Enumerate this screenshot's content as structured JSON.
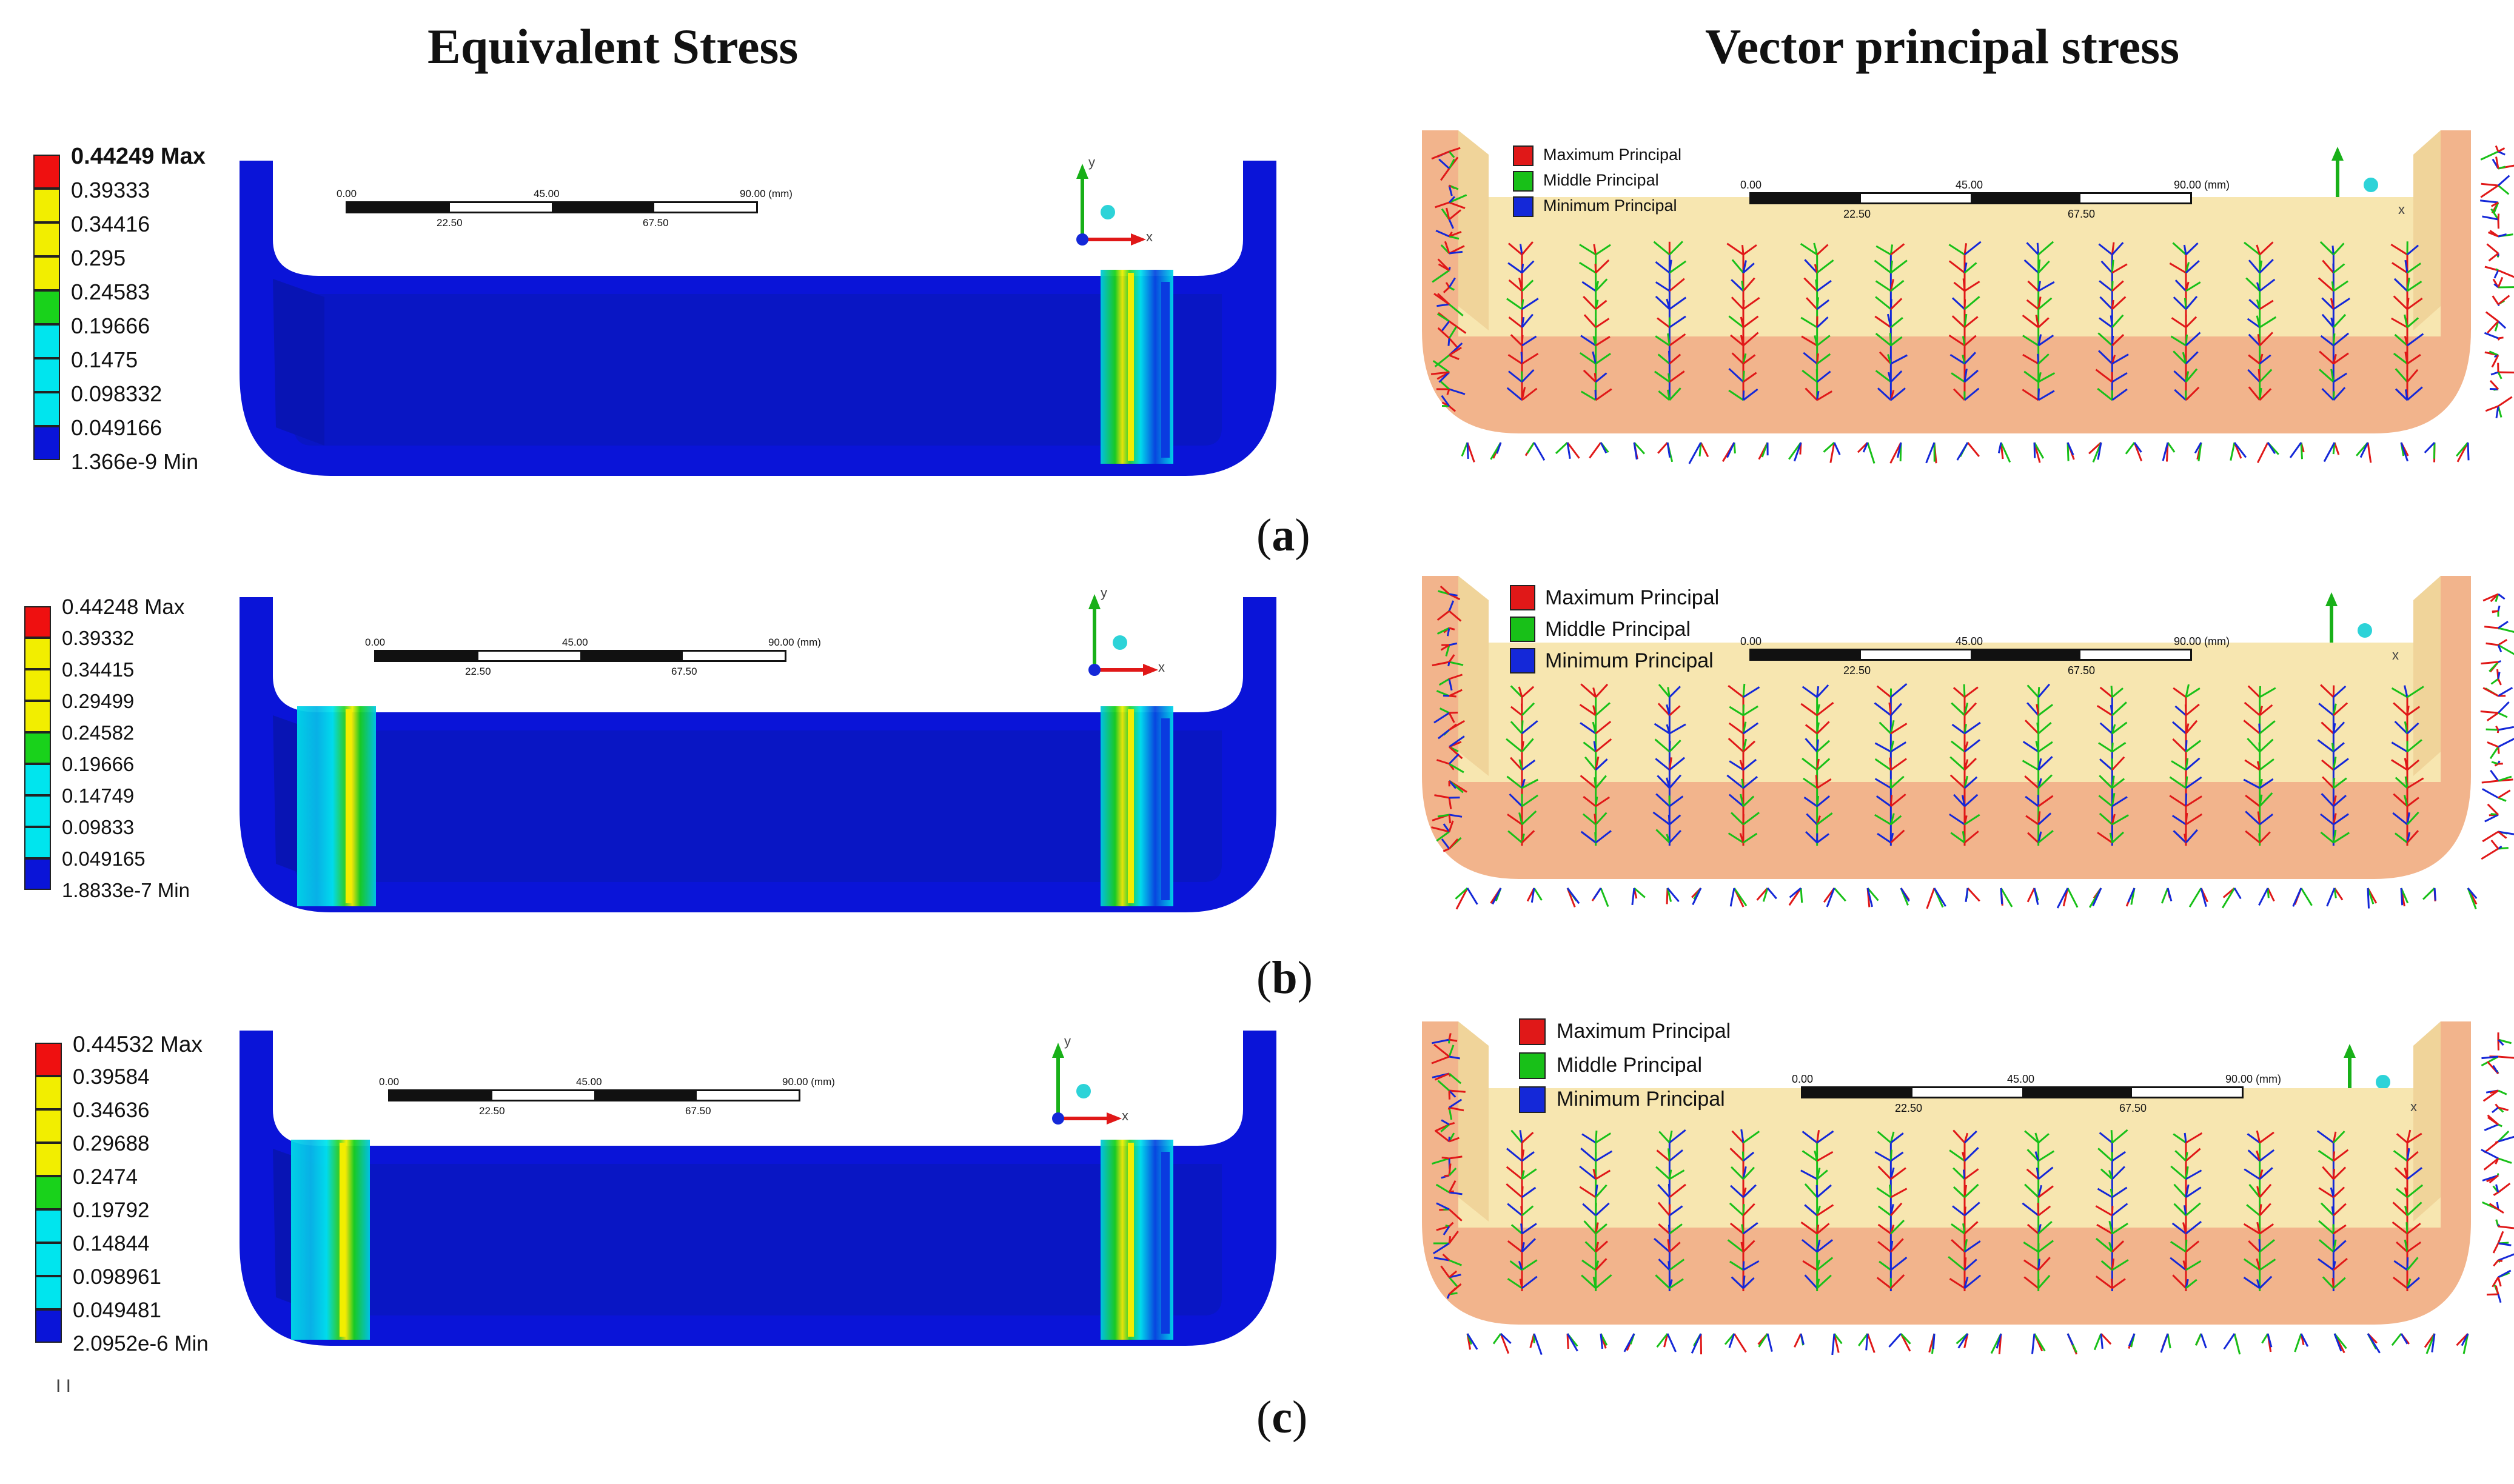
{
  "titles": {
    "left": "Equivalent Stress",
    "right": "Vector principal stress"
  },
  "rows": [
    {
      "label": "a",
      "legend": [
        "0.44249 Max",
        "0.39333",
        "0.34416",
        "0.295",
        "0.24583",
        "0.19666",
        "0.1475",
        "0.098332",
        "0.049166",
        "1.366e-9 Min"
      ],
      "scale": {
        "ticks_top": [
          "0.00",
          "45.00",
          "90.00 (mm)"
        ],
        "ticks_bottom": [
          "22.50",
          "67.50"
        ]
      }
    },
    {
      "label": "b",
      "legend": [
        "0.44248 Max",
        "0.39332",
        "0.34415",
        "0.29499",
        "0.24582",
        "0.19666",
        "0.14749",
        "0.09833",
        "0.049165",
        "1.8833e-7 Min"
      ],
      "scale": {
        "ticks_top": [
          "0.00",
          "45.00",
          "90.00 (mm)"
        ],
        "ticks_bottom": [
          "22.50",
          "67.50"
        ]
      }
    },
    {
      "label": "c",
      "legend": [
        "0.44532 Max",
        "0.39584",
        "0.34636",
        "0.29688",
        "0.2474",
        "0.19792",
        "0.14844",
        "0.098961",
        "0.049481",
        "2.0952e-6 Min"
      ],
      "scale": {
        "ticks_top": [
          "0.00",
          "45.00",
          "90.00 (mm)"
        ],
        "ticks_bottom": [
          "22.50",
          "67.50"
        ]
      }
    }
  ],
  "vector_legend": {
    "max": "Maximum Principal",
    "mid": "Middle Principal",
    "min": "Minimum Principal"
  },
  "axis_letters": {
    "x": "x",
    "y": "y"
  },
  "stray_mark": "I I",
  "colors": {
    "contour_min": "#0a14d8",
    "contour_cyan": "#00e5ee",
    "contour_green": "#19d21b",
    "contour_yellow": "#f2ee00",
    "contour_red": "#ef1010",
    "shell_fill": "#f7e6b0",
    "shell_rim": "#f2b48c",
    "arrow_max": "#e01818",
    "arrow_mid": "#18c018",
    "arrow_min": "#1428d8"
  }
}
